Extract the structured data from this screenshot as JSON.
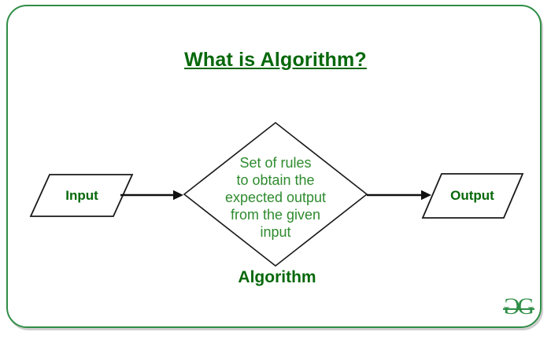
{
  "page": {
    "title": "What is Algorithm?"
  },
  "diagram": {
    "input": {
      "label": "Input",
      "shape": "parallelogram"
    },
    "process": {
      "label": "Algorithm",
      "shape": "diamond",
      "description_lines": [
        "Set of rules",
        "to obtain the",
        "expected output",
        "from the given",
        "input"
      ]
    },
    "output": {
      "label": "Output",
      "shape": "parallelogram"
    },
    "arrows": [
      {
        "from": "input",
        "to": "process"
      },
      {
        "from": "process",
        "to": "output"
      }
    ]
  },
  "branding": {
    "logo_letter_mirrored": "G",
    "logo_letter": "G"
  },
  "colors": {
    "frame_green": "#2f8d46",
    "heading_green": "#05680a",
    "body_text_green": "#2e8b2e",
    "shape_stroke": "#1a1a1a",
    "shadow_gray": "#cdcdcd",
    "background": "#ffffff"
  }
}
